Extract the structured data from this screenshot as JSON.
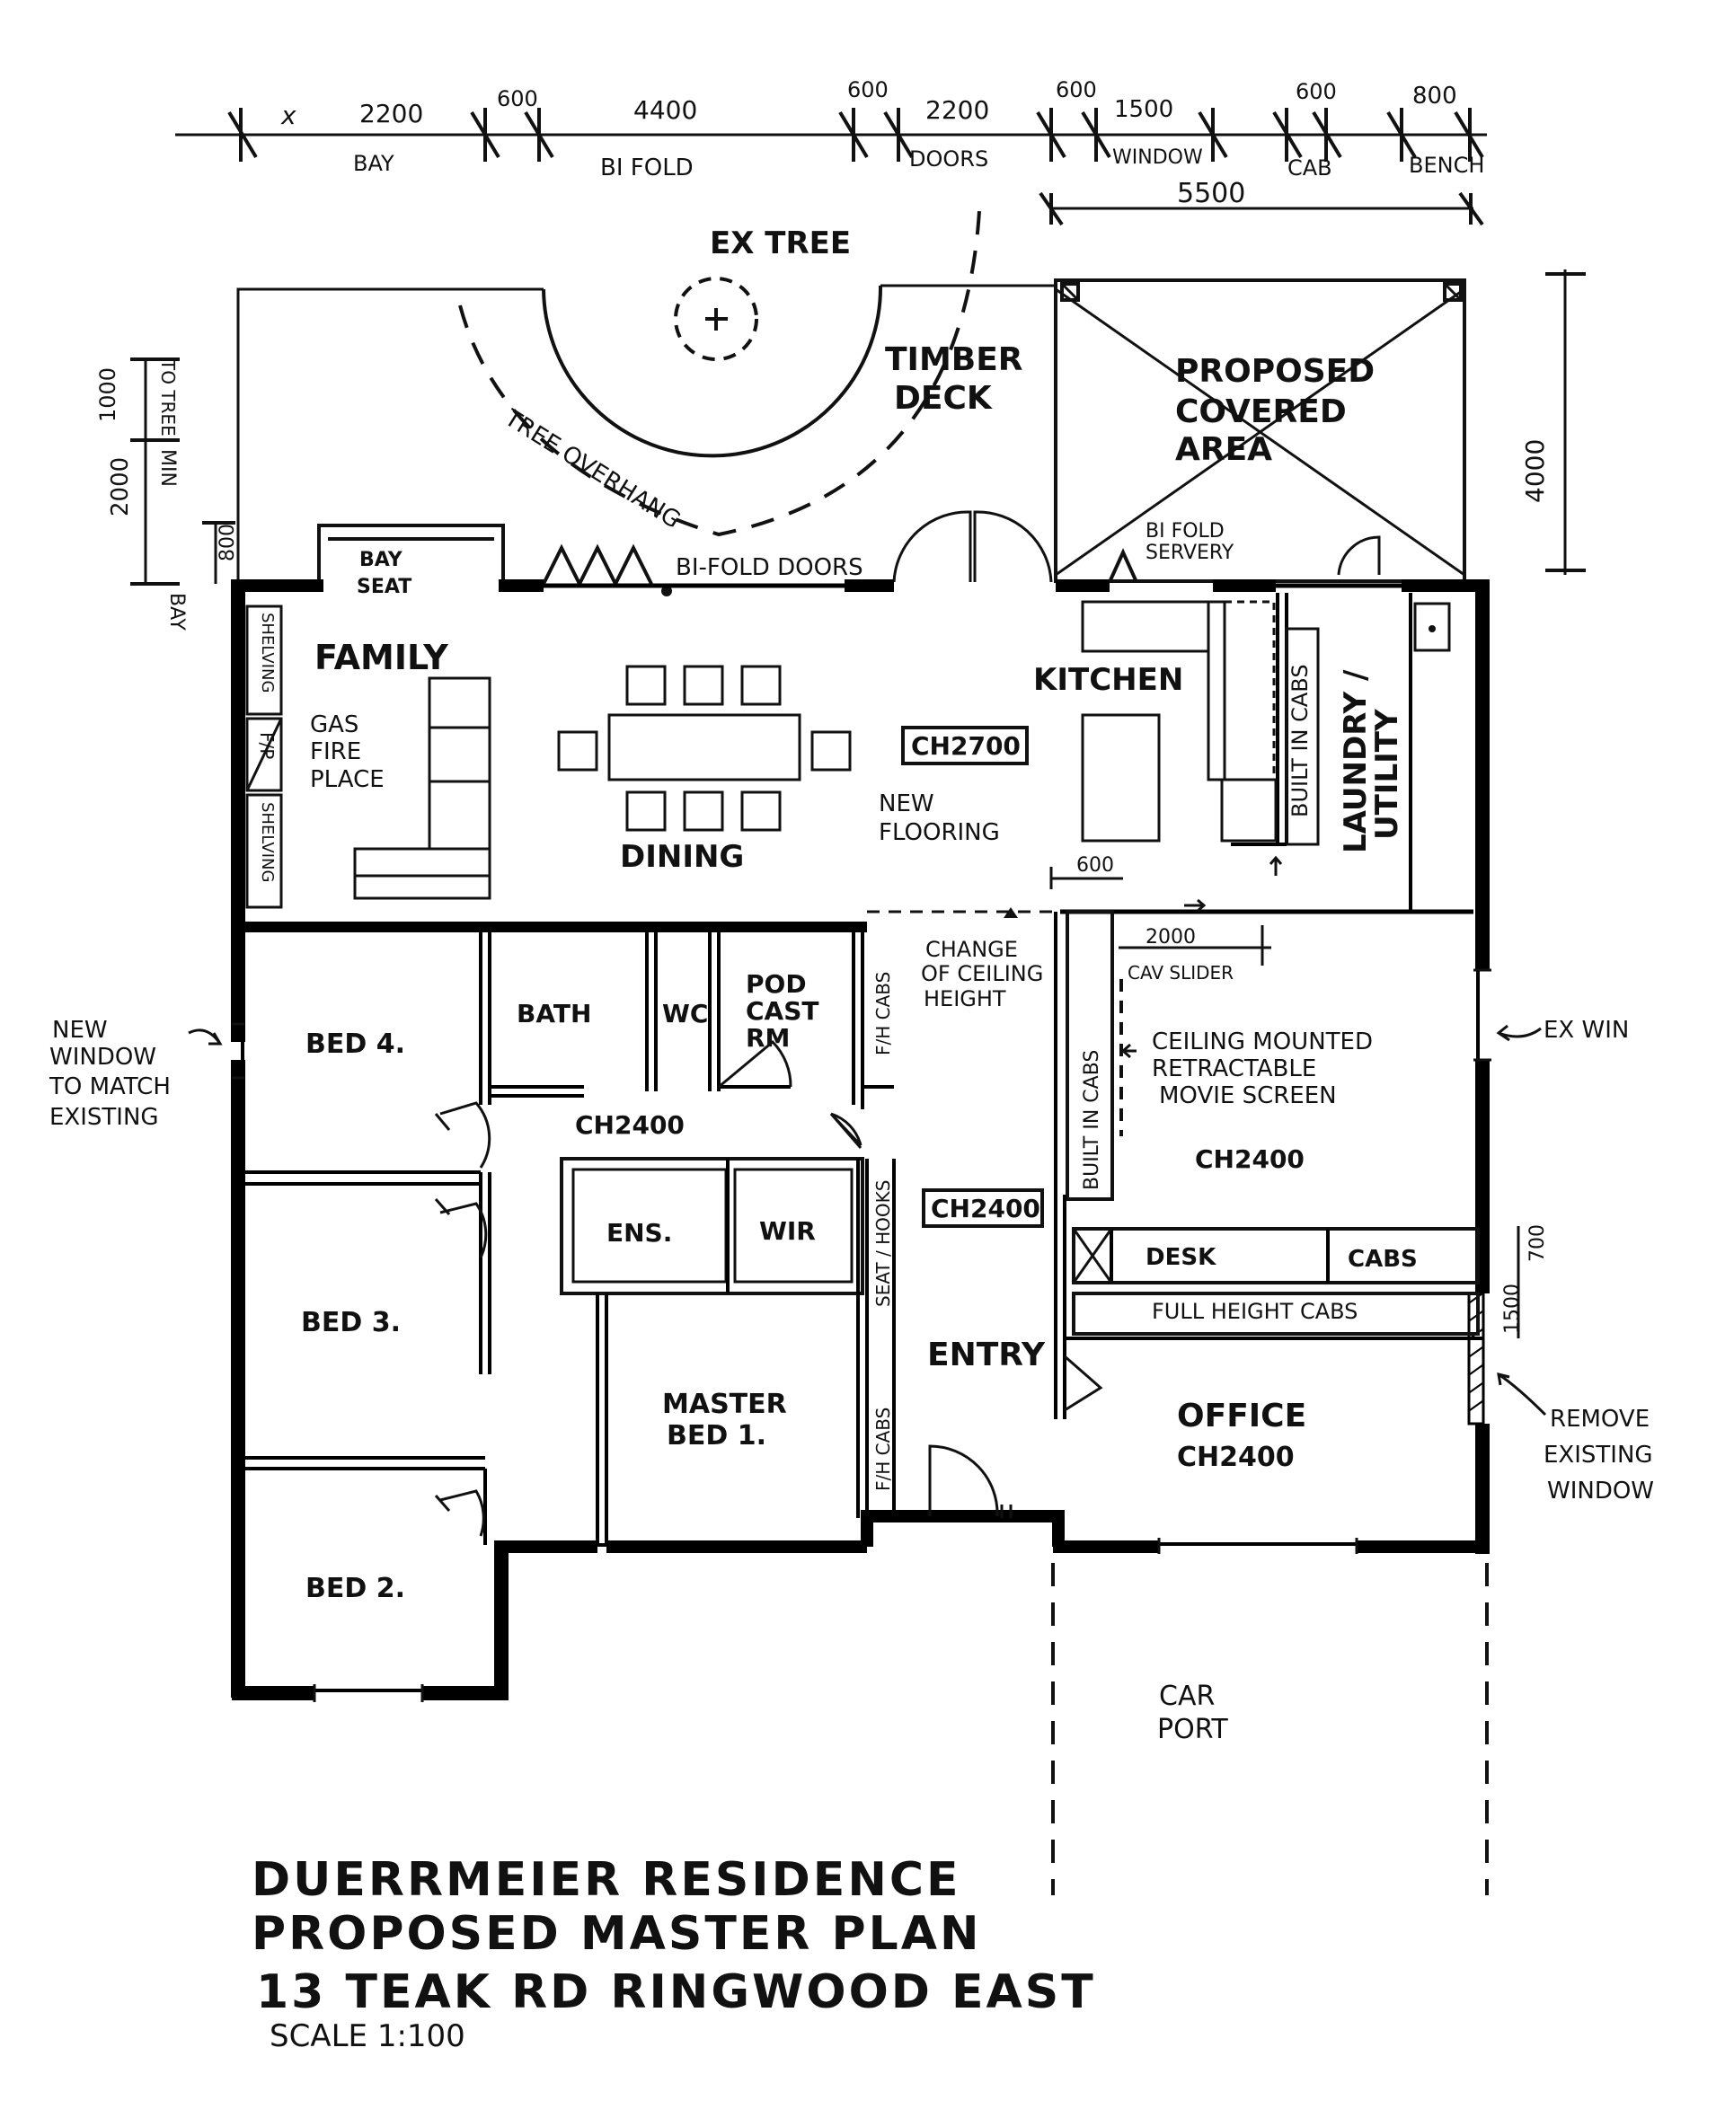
{
  "dimensions": {
    "top": [
      "x",
      "2200",
      "600",
      "4400",
      "600",
      "2200",
      "600",
      "1500",
      "600",
      "800"
    ],
    "top_sub": [
      "BAY",
      "BI FOLD",
      "DOORS",
      "WINDOW",
      "CAB",
      "BENCH"
    ],
    "span": "5500",
    "left": [
      "1000",
      "2000",
      "800"
    ],
    "left_notes": [
      "TO TREE",
      "MIN",
      "BAY"
    ],
    "right": "4000",
    "right_window": [
      "1500",
      "700"
    ],
    "inner": [
      "600",
      "2000"
    ]
  },
  "notes": {
    "ex_tree": "EX TREE",
    "tree_overhang": "TREE OVERHANG",
    "timber_deck": "TIMBER DECK",
    "covered_area": "PROPOSED COVERED AREA",
    "bifold_servery": "BI FOLD SERVERY",
    "bifold_doors": "BI-FOLD DOORS",
    "bay_seat": "BAY SEAT",
    "new_flooring": "NEW FLOORING",
    "change_ceiling": "CHANGE OF CEILING HEIGHT",
    "cav_slider": "CAV SLIDER",
    "movie_screen": "CEILING MOUNTED RETRACTABLE MOVIE SCREEN",
    "new_window": "NEW WINDOW TO MATCH EXISTING",
    "ex_win": "EX WIN",
    "remove_window": "REMOVE EXISTING WINDOW",
    "carport": "CAR PORT"
  },
  "rooms": {
    "family": "FAMILY",
    "gas_fire": "GAS FIRE PLACE",
    "shelving": "SHELVING",
    "fp": "F/P",
    "dining": "DINING",
    "kitchen": "KITCHEN",
    "laundry": "LAUNDRY / UTILITY",
    "built_in_cabs": "BUILT IN CABS",
    "bed4": "BED 4.",
    "bath": "BATH",
    "wc": "WC",
    "pod_cast": "POD CAST RM",
    "fh_cabs": "F/H CABS",
    "bed3": "BED 3.",
    "ens": "ENS.",
    "wir": "WIR",
    "seat_hooks": "SEAT / HOOKS",
    "master": "MASTER BED 1.",
    "entry": "ENTRY",
    "bed2": "BED 2.",
    "office": "OFFICE",
    "desk": "DESK",
    "cabs": "CABS",
    "full_height_cabs": "FULL HEIGHT CABS"
  },
  "ceiling": {
    "kitchen": "CH2700",
    "hall": "CH2400",
    "entry": "CH2400",
    "movie": "CH2400",
    "office": "CH2400"
  },
  "title": {
    "line1": "DUERRMEIER RESIDENCE",
    "line2": "PROPOSED MASTER PLAN",
    "line3": "13 TEAK RD RINGWOOD EAST",
    "scale": "SCALE 1:100"
  }
}
